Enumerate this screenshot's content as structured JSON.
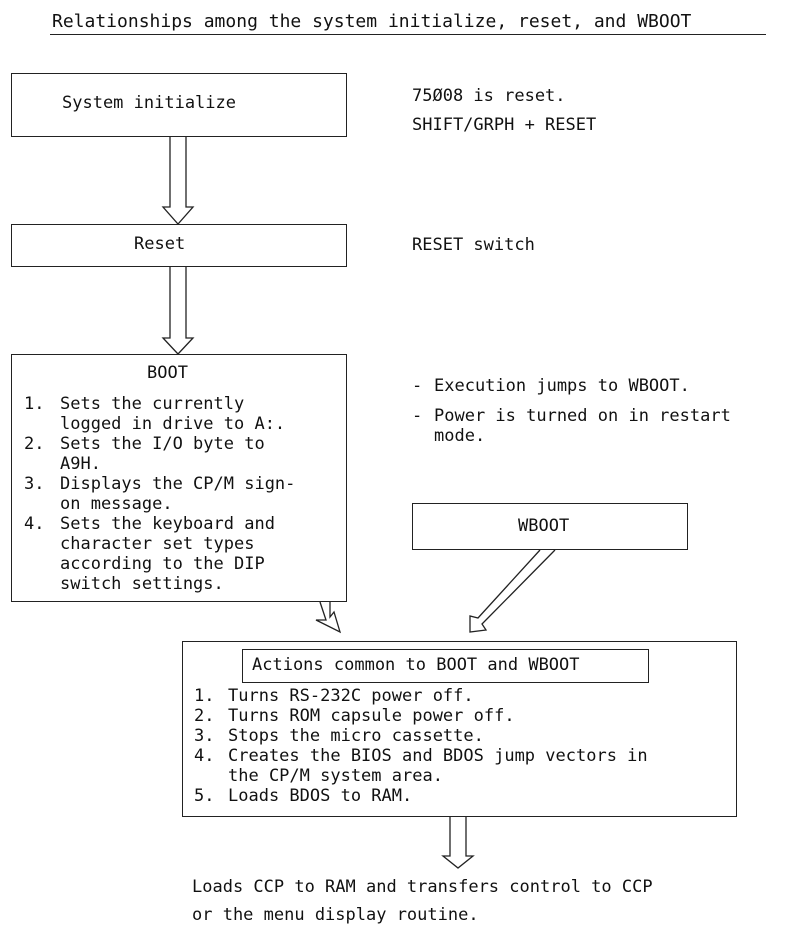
{
  "title": "Relationships among the system initialize, reset, and WBOOT",
  "system_initialize": {
    "label": "System initialize",
    "note_1": "75Ø08 is reset.",
    "note_2": "SHIFT/GRPH + RESET"
  },
  "reset": {
    "label": "Reset",
    "note": "RESET switch"
  },
  "boot": {
    "label": "BOOT",
    "items": [
      {
        "num": "1.",
        "text": "Sets the currently\nlogged in drive to A:."
      },
      {
        "num": "2.",
        "text": "Sets the I/O byte to\nA9H."
      },
      {
        "num": "3.",
        "text": "Displays the CP/M sign-\non message."
      },
      {
        "num": "4.",
        "text": "Sets the keyboard and\ncharacter set types\naccording to the DIP\nswitch settings."
      }
    ]
  },
  "wboot_notes": [
    {
      "dash": "-",
      "text": "Execution jumps to WBOOT."
    },
    {
      "dash": "-",
      "text": "Power is turned on in restart\nmode."
    }
  ],
  "wboot": {
    "label": "WBOOT"
  },
  "common": {
    "label": "Actions common to BOOT and WBOOT",
    "items": [
      {
        "num": "1.",
        "text": "Turns RS-232C power off."
      },
      {
        "num": "2.",
        "text": "Turns ROM capsule power off."
      },
      {
        "num": "3.",
        "text": "Stops the micro cassette."
      },
      {
        "num": "4.",
        "text": "Creates the BIOS and BDOS jump vectors in\nthe CP/M system area."
      },
      {
        "num": "5.",
        "text": "Loads BDOS to RAM."
      }
    ]
  },
  "result": {
    "line_1": "Loads CCP to RAM and transfers control to CCP",
    "line_2": "or the menu display routine."
  }
}
